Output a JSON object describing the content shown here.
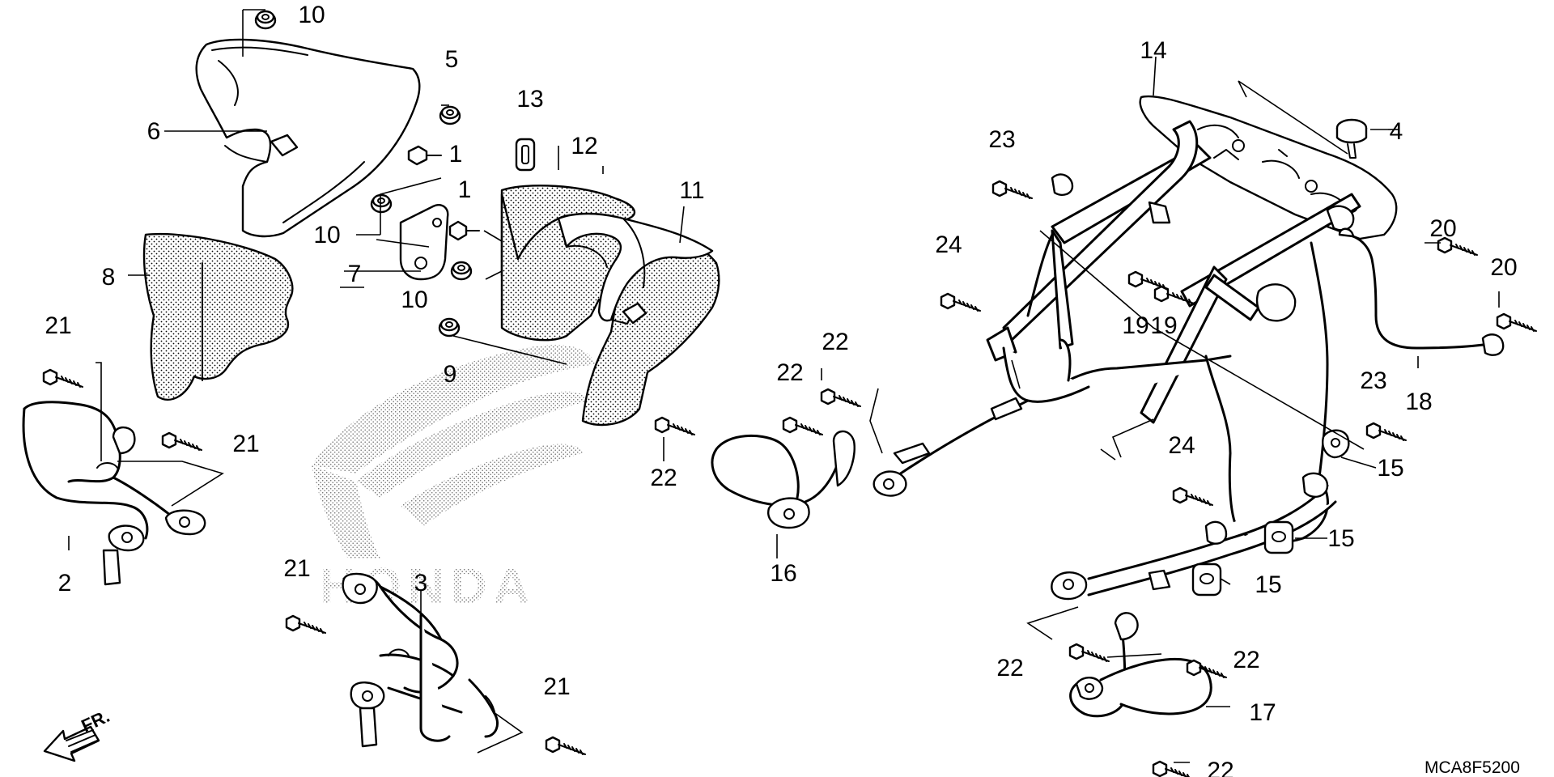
{
  "diagram_code": "MCA8F5200",
  "front_marker": "FR.",
  "watermark_text": "HONDA",
  "callouts": [
    {
      "id": "c10a",
      "label": "10"
    },
    {
      "id": "c5",
      "label": "5"
    },
    {
      "id": "c13",
      "label": "13"
    },
    {
      "id": "c6",
      "label": "6"
    },
    {
      "id": "c1a",
      "label": "1"
    },
    {
      "id": "c12",
      "label": "12"
    },
    {
      "id": "c1b",
      "label": "1"
    },
    {
      "id": "c11",
      "label": "11"
    },
    {
      "id": "c10b",
      "label": "10"
    },
    {
      "id": "c8",
      "label": "8"
    },
    {
      "id": "c7",
      "label": "7"
    },
    {
      "id": "c10c",
      "label": "10"
    },
    {
      "id": "c9",
      "label": "9"
    },
    {
      "id": "c21a",
      "label": "21"
    },
    {
      "id": "c21b",
      "label": "21"
    },
    {
      "id": "c2",
      "label": "2"
    },
    {
      "id": "c21c",
      "label": "21"
    },
    {
      "id": "c3",
      "label": "3"
    },
    {
      "id": "c21d",
      "label": "21"
    },
    {
      "id": "c22a",
      "label": "22"
    },
    {
      "id": "c22b",
      "label": "22"
    },
    {
      "id": "c22c",
      "label": "22"
    },
    {
      "id": "c16",
      "label": "16"
    },
    {
      "id": "c14",
      "label": "14"
    },
    {
      "id": "c4",
      "label": "4"
    },
    {
      "id": "c23a",
      "label": "23"
    },
    {
      "id": "c24a",
      "label": "24"
    },
    {
      "id": "c20a",
      "label": "20"
    },
    {
      "id": "c20b",
      "label": "20"
    },
    {
      "id": "c19a",
      "label": "19"
    },
    {
      "id": "c19b",
      "label": "19"
    },
    {
      "id": "c18",
      "label": "18"
    },
    {
      "id": "c23b",
      "label": "23"
    },
    {
      "id": "c24b",
      "label": "24"
    },
    {
      "id": "c15a",
      "label": "15"
    },
    {
      "id": "c15b",
      "label": "15"
    },
    {
      "id": "c15c",
      "label": "15"
    },
    {
      "id": "c22d",
      "label": "22"
    },
    {
      "id": "c22e",
      "label": "22"
    },
    {
      "id": "c17",
      "label": "17"
    },
    {
      "id": "c22f",
      "label": "22"
    }
  ]
}
